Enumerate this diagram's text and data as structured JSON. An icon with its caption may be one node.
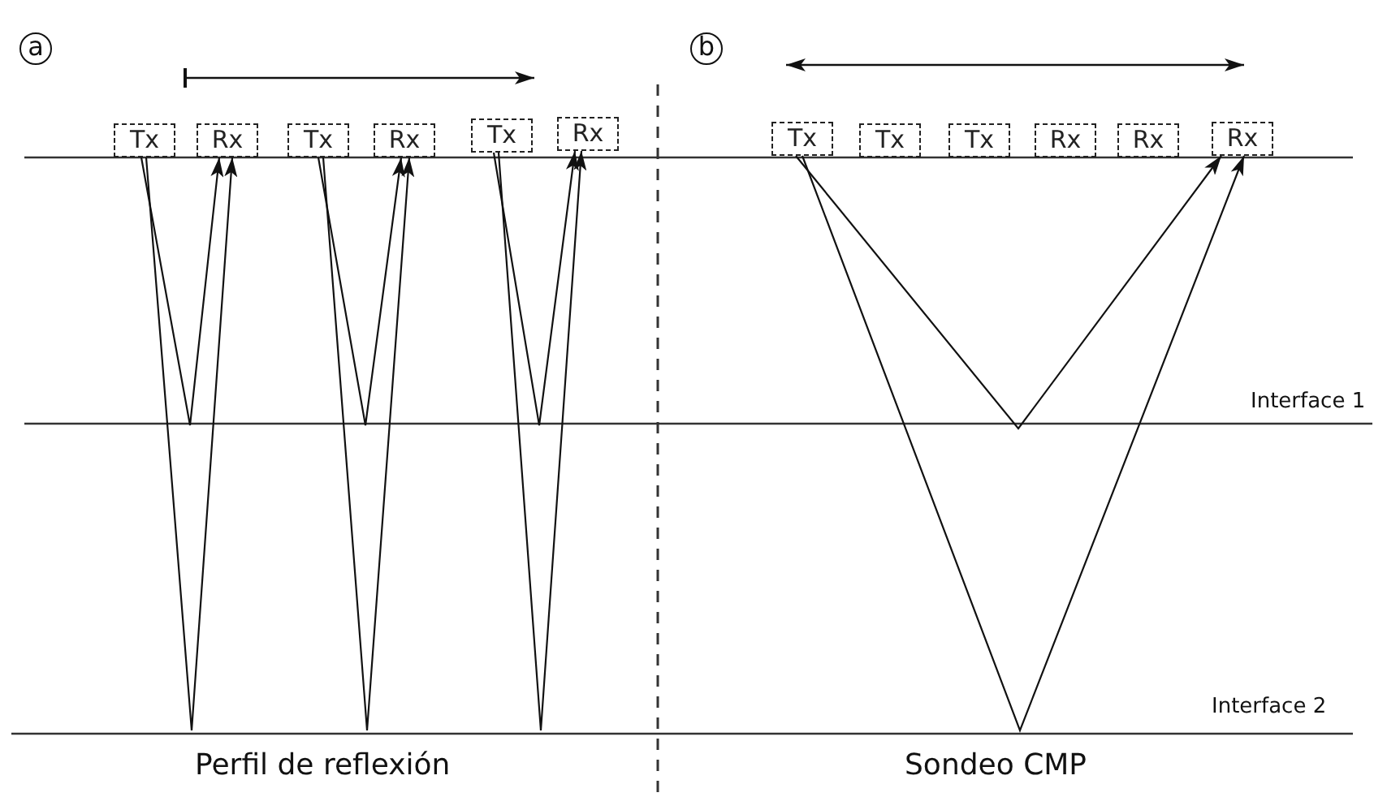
{
  "diagram": {
    "nodes": [
      {
        "text": [
          "Tx"
        ]
      },
      {
        "text": [
          "Rx"
        ]
      },
      {
        "text": [
          "Tx"
        ]
      },
      {
        "text": [
          "Rx"
        ]
      },
      {
        "text": [
          "Tx"
        ]
      },
      {
        "text": [
          "Rx"
        ]
      },
      {
        "text": [
          "Tx"
        ]
      },
      {
        "text": [
          "Tx"
        ]
      },
      {
        "text": [
          "Tx"
        ]
      },
      {
        "text": [
          "Rx"
        ]
      },
      {
        "text": [
          "Rx"
        ]
      },
      {
        "text": [
          "Rx"
        ]
      }
    ],
    "edges": [
      {
        "from": 0,
        "to": 1,
        "arrow": "to"
      },
      {
        "from": 0,
        "to": 1,
        "arrow": "to"
      },
      {
        "from": 2,
        "to": 3,
        "arrow": "to"
      },
      {
        "from": 2,
        "to": 3,
        "arrow": "to"
      },
      {
        "from": 4,
        "to": 5,
        "arrow": "to"
      },
      {
        "from": 4,
        "to": 5,
        "arrow": "to"
      },
      {
        "from": 6,
        "to": 11,
        "arrow": "to"
      },
      {
        "from": 6,
        "to": 11,
        "arrow": "to"
      }
    ],
    "labels": [
      "a",
      "b",
      "Interface 1",
      "Interface 2",
      "Perfil de reflexión",
      "Sondeo CMP"
    ]
  }
}
